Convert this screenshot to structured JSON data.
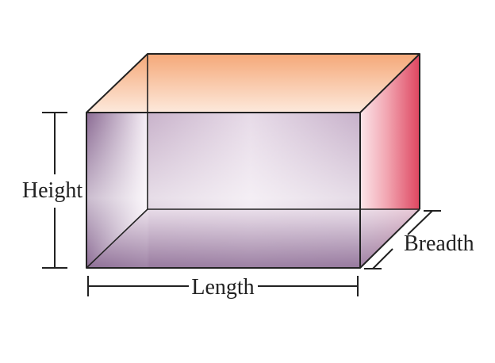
{
  "labels": {
    "height": "Height",
    "length": "Length",
    "breadth": "Breadth"
  },
  "colors": {
    "edge": "#222222",
    "top_face_back": "#f5a878",
    "top_face_front": "#fde9dc",
    "front_face_dark": "#8a6a93",
    "front_face_light": "#fbf6fb",
    "right_face_light": "#fbe0e4",
    "right_face_dark": "#e04860",
    "bottom_face": "#a989ae"
  }
}
